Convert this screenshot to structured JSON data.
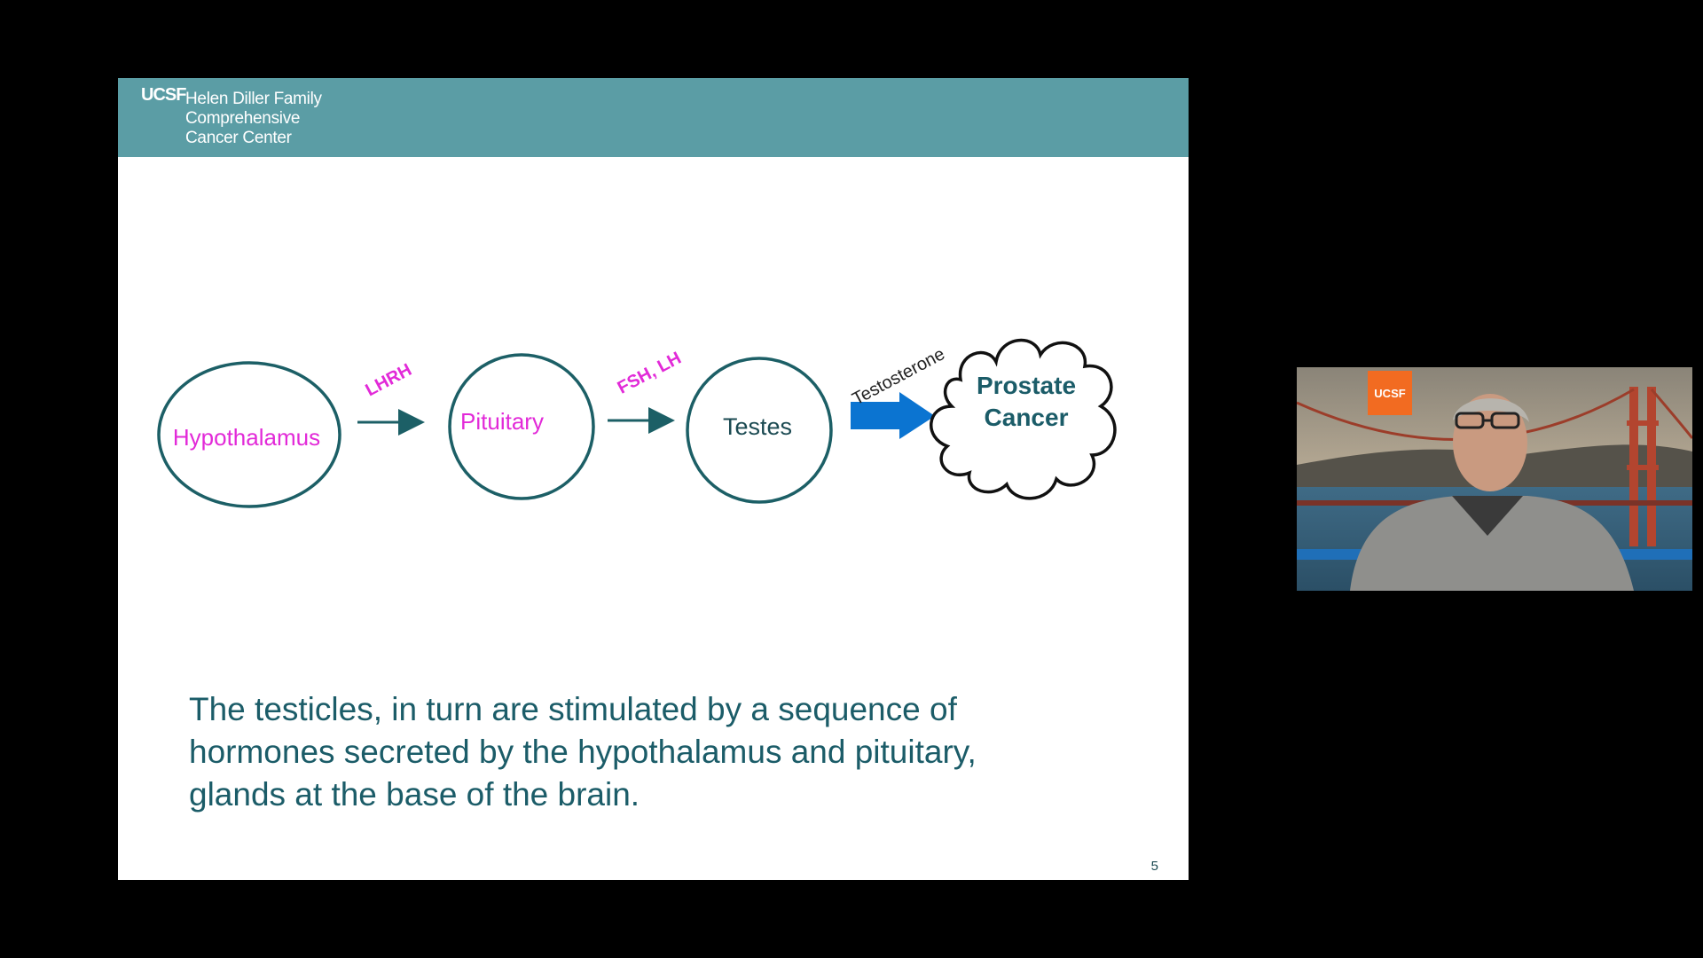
{
  "header": {
    "logo_mark": "UCSF",
    "logo_lines": [
      "Helen Diller Family",
      "Comprehensive",
      "Cancer Center"
    ]
  },
  "diagram": {
    "nodes": [
      {
        "id": "hypothalamus",
        "label": "Hypothalamus",
        "label_color": "#e22ad8"
      },
      {
        "id": "pituitary",
        "label": "Pituitary",
        "label_color": "#e22ad8"
      },
      {
        "id": "testes",
        "label": "Testes",
        "label_color": "#1b4a52"
      }
    ],
    "hormones": [
      {
        "label": "LHRH",
        "color": "#e22ad8"
      },
      {
        "label": "FSH, LH",
        "color": "#e22ad8"
      },
      {
        "label": "Testosterone",
        "color": "#222222"
      }
    ],
    "target": {
      "label_lines": [
        "Prostate",
        "Cancer"
      ],
      "color": "#1b5c68"
    },
    "colors": {
      "node_stroke": "#1c5f66",
      "big_arrow": "#0b74d1"
    }
  },
  "body_text": [
    "The testicles, in turn are stimulated by a sequence of",
    "hormones secreted by the hypothalamus and pituitary,",
    "glands at the base of the brain."
  ],
  "page_number": "5",
  "webcam": {
    "badge": "UCSF"
  }
}
